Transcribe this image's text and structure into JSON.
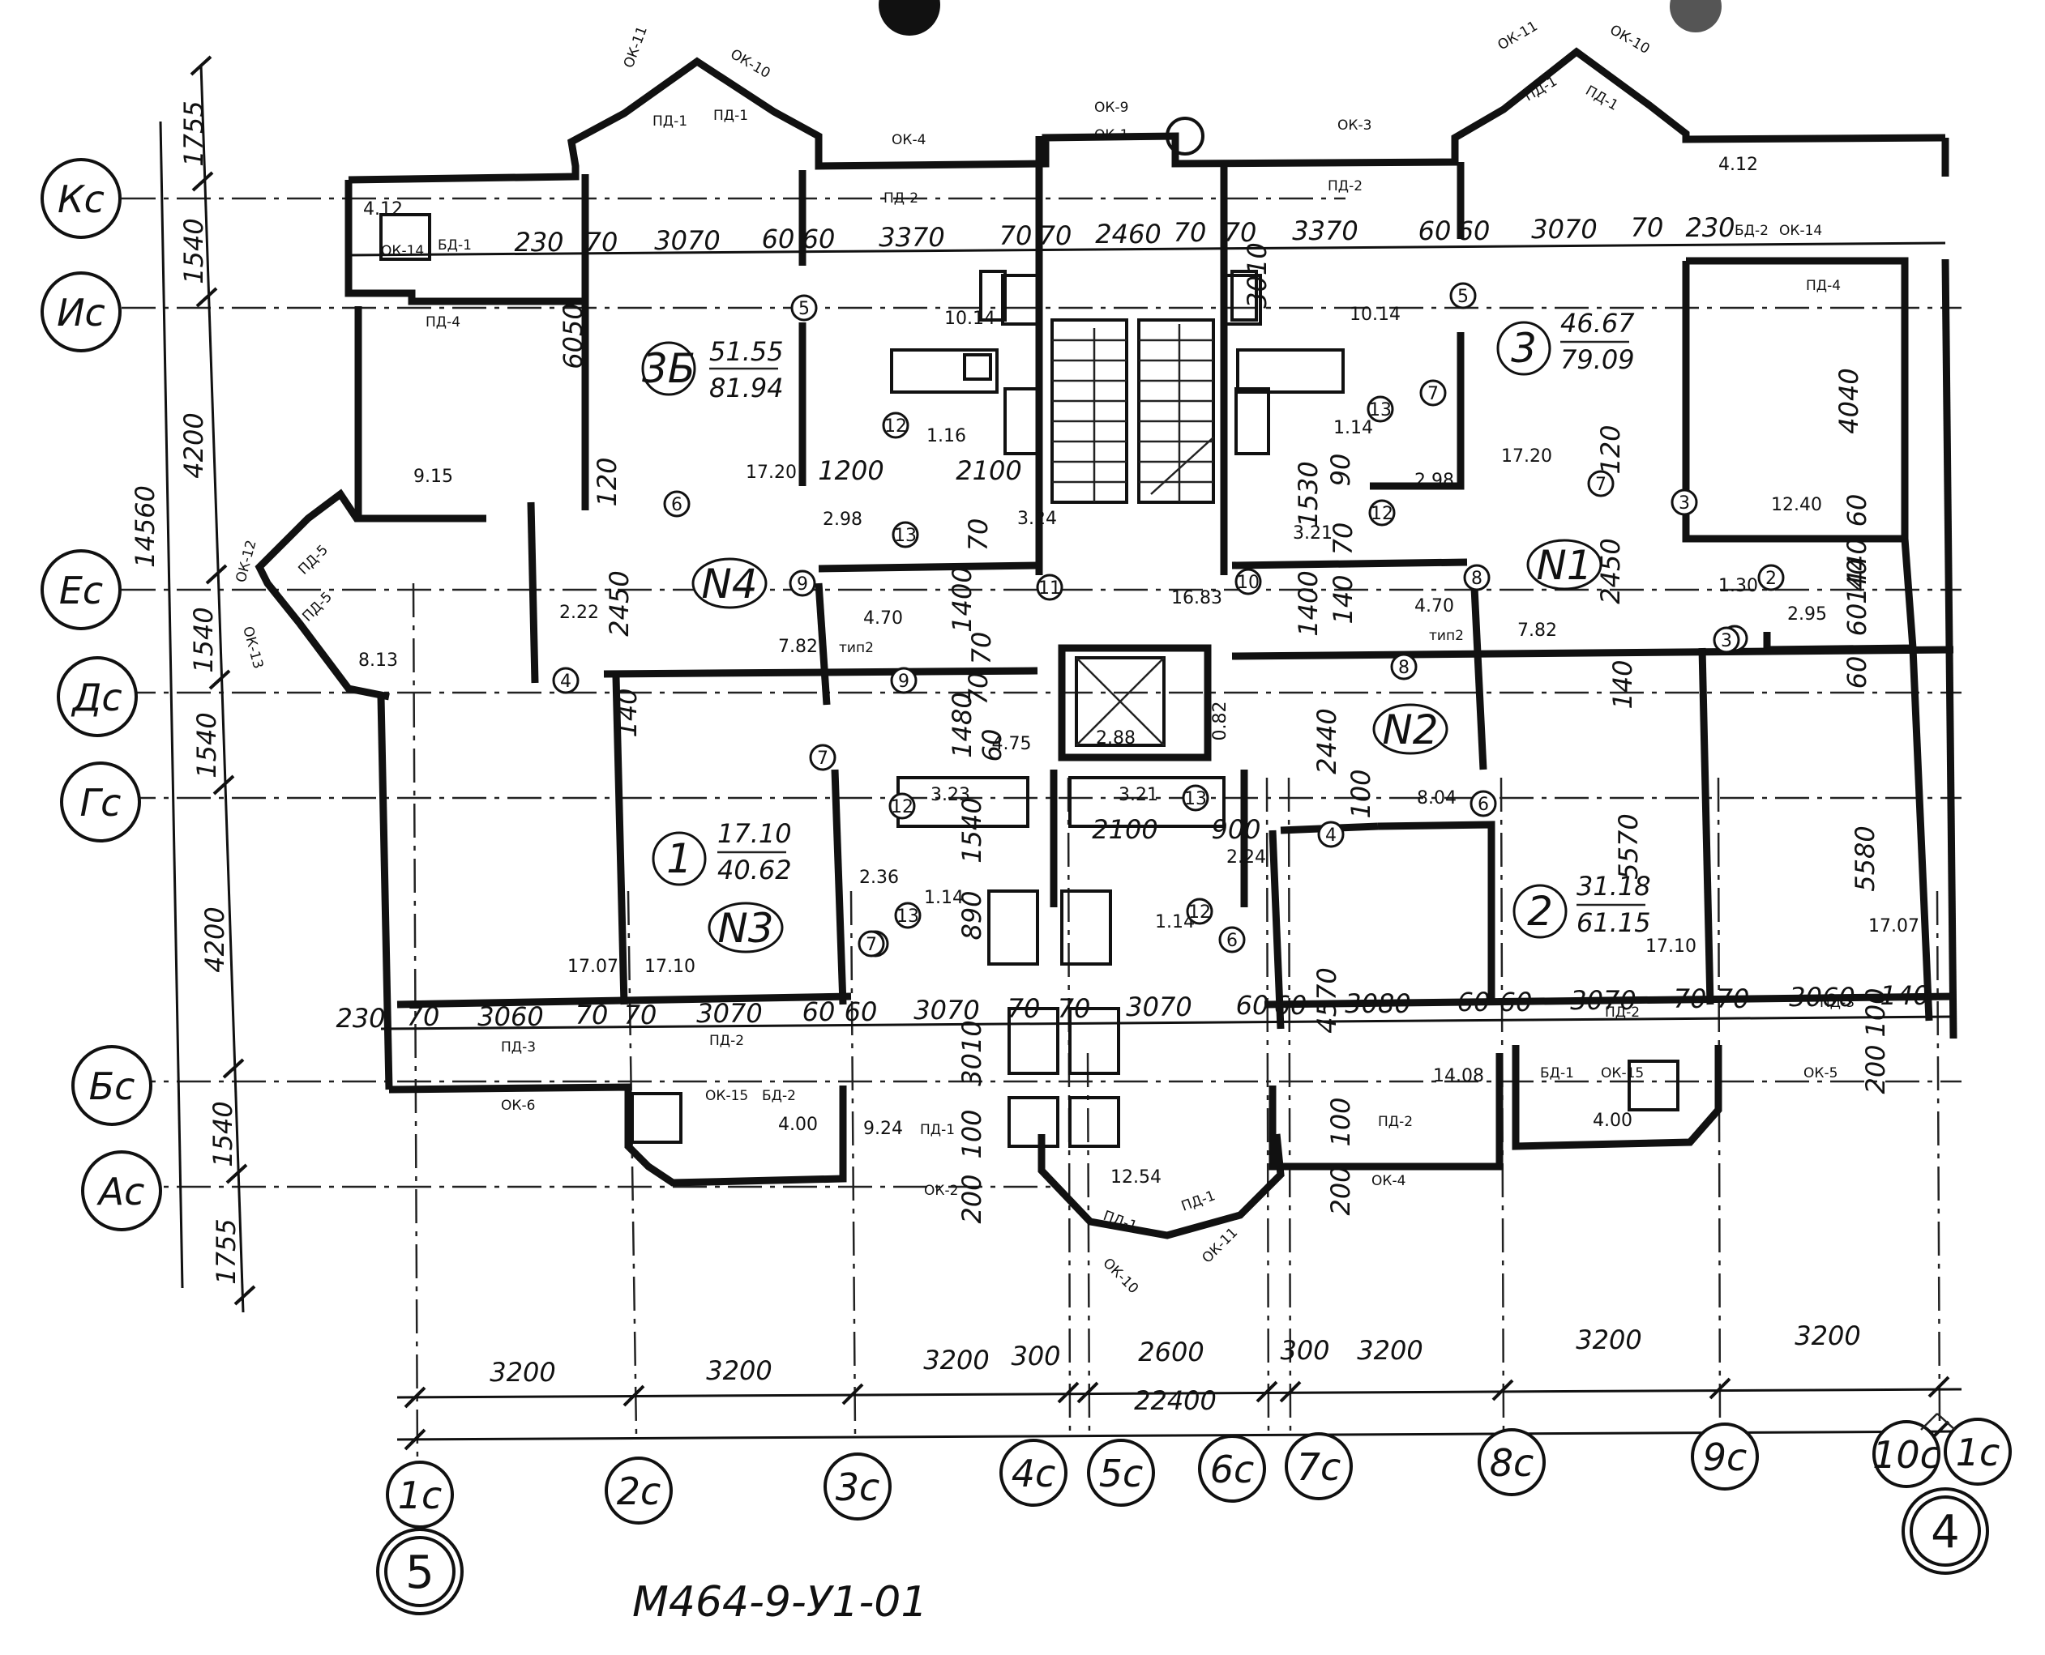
{
  "drawing_code": "М464-9-У1-01",
  "left_axes": [
    "Кс",
    "Ис",
    "Ес",
    "Дс",
    "Гс",
    "Бс",
    "Ас"
  ],
  "bottom_axes": [
    "1с",
    "2с",
    "3с",
    "4с",
    "5с",
    "6с",
    "7с",
    "8с",
    "9с",
    "10с",
    "1с"
  ],
  "sheet_refs": [
    "5",
    "4"
  ],
  "left_dims": [
    "1755",
    "1540",
    "4200",
    "14560",
    "1540",
    "1540",
    "4200",
    "1540",
    "1755"
  ],
  "bottom_dims": [
    "3200",
    "3200",
    "3200",
    "300",
    "2600",
    "300",
    "3200",
    "3200",
    "3200"
  ],
  "total_width": "22400",
  "apartments": [
    {
      "label": "N4"
    },
    {
      "label": "N3"
    },
    {
      "label": "N2"
    },
    {
      "label": "N1"
    }
  ],
  "units": [
    {
      "num": "3Б",
      "living": "51.55",
      "total": "81.94"
    },
    {
      "num": "1",
      "living": "17.10",
      "total": "40.62"
    },
    {
      "num": "2",
      "living": "31.18",
      "total": "61.15"
    },
    {
      "num": "3",
      "living": "46.67",
      "total": "79.09"
    }
  ],
  "top_dims": [
    "230",
    "70",
    "3070",
    "60",
    "60",
    "3370",
    "70",
    "70",
    "2460",
    "70",
    "70",
    "3370",
    "60",
    "60",
    "3070",
    "70",
    "230"
  ],
  "lower_dims": [
    "230",
    "70",
    "3060",
    "70",
    "70",
    "3070",
    "60",
    "60",
    "3070",
    "70",
    "70",
    "3070",
    "60",
    "60",
    "3080",
    "60",
    "60",
    "3070",
    "70",
    "70",
    "3060",
    "140"
  ],
  "inner_dims": [
    "6050",
    "120",
    "2450",
    "140",
    "1400",
    "70",
    "70",
    "1480",
    "70",
    "60",
    "3010",
    "100",
    "200",
    "3010",
    "120",
    "2450",
    "140",
    "5570",
    "4040",
    "60",
    "40",
    "1440",
    "60",
    "60",
    "5580",
    "200",
    "100",
    "2440",
    "100",
    "4570",
    "100",
    "200",
    "1400",
    "140",
    "70",
    "1530",
    "90",
    "890",
    "1540",
    "1200",
    "2100",
    "2100",
    "900",
    "4.75",
    "0.82"
  ],
  "room_areas": [
    "4.12",
    "9.15",
    "2.22",
    "8.13",
    "10.14",
    "17.20",
    "2.98",
    "4.70",
    "7.82",
    "3.24",
    "16.83",
    "2.88",
    "3.23",
    "2.36",
    "1.14",
    "3.21",
    "2.24",
    "1.14",
    "1.16",
    "17.07",
    "17.10",
    "9.24",
    "4.00",
    "12.54",
    "14.08",
    "4.00",
    "17.10",
    "17.07",
    "10.14",
    "17.20",
    "2.98",
    "1.14",
    "3.21",
    "4.70",
    "7.82",
    "8.04",
    "4.12",
    "12.40",
    "1.30",
    "2.95"
  ],
  "element_tags": [
    "ОК-11",
    "ОК-10",
    "ПД-1",
    "ПД-1",
    "ОК-4",
    "ПД-2",
    "ОК-9",
    "ОК-1",
    "ОК-3",
    "ПД-2",
    "ОК-11",
    "ОК-10",
    "ПД-1",
    "ПД-1",
    "ОК-14",
    "БД-1",
    "ПД-4",
    "БД-2",
    "ОК-14",
    "ПД-4",
    "ОК-12",
    "ПД-5",
    "ПД-5",
    "ОК-13",
    "тип2",
    "тип2",
    "ПД-3",
    "ОК-6",
    "ПД-2",
    "ОК-15",
    "БД-2",
    "ПД-1",
    "ОК-2",
    "ПД-1",
    "ПД-1",
    "ОК-10",
    "ОК-11",
    "ПД-2",
    "ОК-4",
    "ПД-2",
    "БД-1",
    "ОК-15",
    "ПД-3",
    "ОК-5"
  ],
  "markers": [
    "5",
    "6",
    "12",
    "13",
    "9",
    "11",
    "10",
    "12",
    "13",
    "7",
    "5",
    "7",
    "3",
    "8",
    "2",
    "3",
    "4",
    "8",
    "12",
    "13",
    "7",
    "4",
    "6",
    "13",
    "12",
    "6",
    "7",
    "3",
    "9",
    "7"
  ]
}
